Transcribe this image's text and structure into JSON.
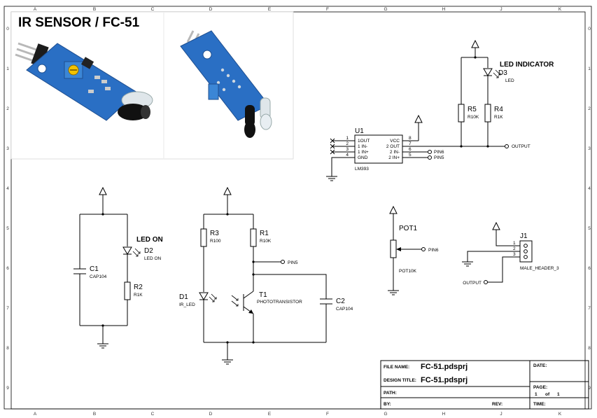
{
  "photo": {
    "title": "IR SENSOR / FC-51",
    "colors": {
      "pcb": "#2a6fc4",
      "pot": "#3b86d6",
      "led_dark": "#111111",
      "led_clear": "#dfe6ea"
    }
  },
  "grid": {
    "cols": [
      "A",
      "B",
      "C",
      "D",
      "E",
      "F",
      "G",
      "H",
      "J",
      "K"
    ],
    "rows": [
      "0",
      "1",
      "2",
      "3",
      "4",
      "5",
      "6",
      "7",
      "8",
      "9"
    ]
  },
  "u1": {
    "ref": "U1",
    "value": "LM393",
    "pins_left": [
      {
        "num": "1",
        "name": "1OUT"
      },
      {
        "num": "2",
        "name": "1 IN-"
      },
      {
        "num": "3",
        "name": "1 IN+"
      },
      {
        "num": "4",
        "name": "GND"
      }
    ],
    "pins_right": [
      {
        "num": "8",
        "name": "VCC"
      },
      {
        "num": "7",
        "name": "2 OUT"
      },
      {
        "num": "6",
        "name": "2 IN-"
      },
      {
        "num": "5",
        "name": "2 IN+"
      }
    ],
    "net_pin6": "PIN6",
    "net_pin5": "PIN5",
    "net_output": "OUTPUT"
  },
  "led_indicator": {
    "title": "LED INDICATOR",
    "ref": "D3",
    "value": "LED"
  },
  "r5": {
    "ref": "R5",
    "value": "R10K"
  },
  "r4": {
    "ref": "R4",
    "value": "R1K"
  },
  "led_on": {
    "title": "LED ON",
    "ref": "D2",
    "value": "LED ON"
  },
  "c1": {
    "ref": "C1",
    "value": "CAP104"
  },
  "r2": {
    "ref": "R2",
    "value": "R1K"
  },
  "r3": {
    "ref": "R3",
    "value": "R100"
  },
  "r1": {
    "ref": "R1",
    "value": "R10K"
  },
  "d1": {
    "ref": "D1",
    "value": "IR_LED"
  },
  "t1": {
    "ref": "T1",
    "value": "PHOTOTRANSISTOR"
  },
  "c2": {
    "ref": "C2",
    "value": "CAP104"
  },
  "net_pin5": "PIN5",
  "pot1": {
    "ref": "POT1",
    "value": "POT10K",
    "net": "PIN6"
  },
  "j1": {
    "ref": "J1",
    "value": "MALE_HEADER_3",
    "pins": [
      "1",
      "2",
      "3"
    ],
    "net_output": "OUTPUT"
  },
  "title_block": {
    "file_name_label": "FILE NAME:",
    "file_name": "FC-51.pdsprj",
    "design_title_label": "DESIGN TITLE:",
    "design_title": "FC-51.pdsprj",
    "path_label": "PATH:",
    "by_label": "BY:",
    "rev_label": "REV:",
    "date_label": "DATE:",
    "page_label": "PAGE:",
    "page_num": "1",
    "page_of": "of",
    "page_total": "1",
    "time_label": "TIME:"
  }
}
